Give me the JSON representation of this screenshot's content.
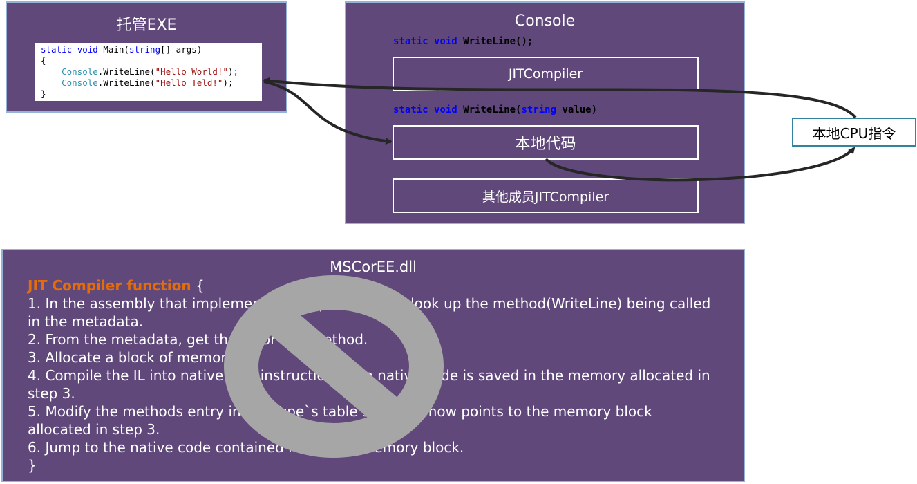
{
  "managed_exe": {
    "title": "托管EXE",
    "code": {
      "line1": {
        "kw1": "static",
        "kw2": "void",
        "rest1": " Main(",
        "kw3": "string",
        "rest2": "[] args)"
      },
      "open_brace": "{",
      "call1": {
        "type": "Console",
        "method": ".WriteLine(",
        "str": "\"Hello World!\"",
        "end": ");"
      },
      "call2": {
        "type": "Console",
        "method": ".WriteLine(",
        "str": "\"Hello Teld!\"",
        "end": ");"
      },
      "close_brace": "}"
    }
  },
  "console": {
    "title": "Console",
    "sig1": {
      "kw1": "static",
      "kw2": "void",
      "rest": " WriteLine();"
    },
    "box1": "JITCompiler",
    "sig2": {
      "kw1": "static",
      "kw2": "void",
      "rest1": " WriteLine(",
      "kw3": "string",
      "rest2": " value)"
    },
    "box2": "本地代码",
    "box3": "其他成员JITCompiler"
  },
  "callout": {
    "label": "本地CPU指令"
  },
  "mscoree": {
    "title": "MSCorEE.dll",
    "heading": "JIT Compiler function",
    "heading_brace": " {",
    "lines": [
      "1. In the assembly that implements the type(Console), look up the method(WriteLine) being called in the metadata.",
      "2. From the metadata, get the IL for this method.",
      "3. Allocate a block of memory.",
      "4. Compile the IL into native CPU instructions; the native code is saved in the memory allocated in step 3.",
      "5. Modify the methods entry in the Type`s table so that it now points to the memory block allocated in step 3.",
      "6. Jump to the native code contained inside the memory block."
    ],
    "close_brace": "}"
  },
  "overlay": {
    "icon": "prohibited-icon",
    "color": "#a6a6a6"
  },
  "colors": {
    "panel": "#60497a",
    "panel_border": "#95b3d7",
    "heading": "#e46c0a",
    "callout_border": "#31849b"
  }
}
